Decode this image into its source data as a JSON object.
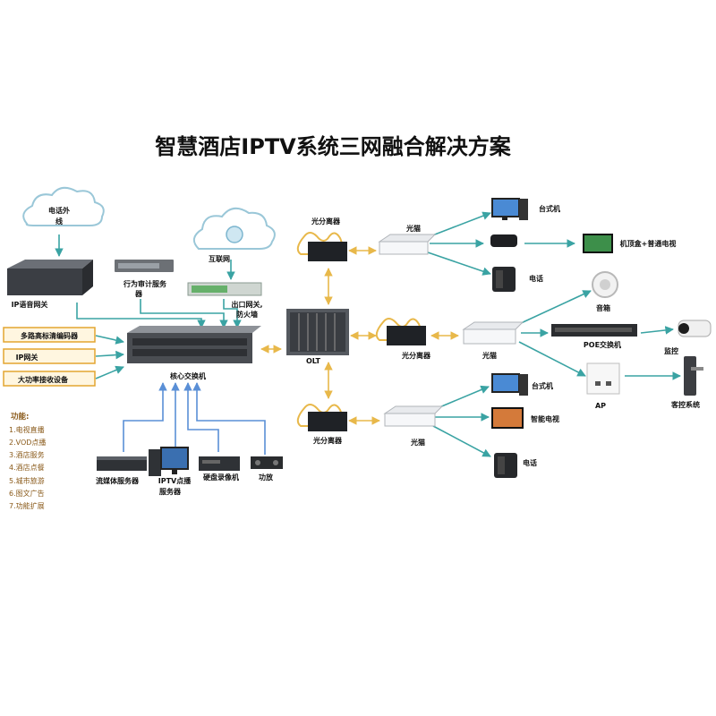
{
  "title": "智慧酒店IPTV系统三网融合解决方案",
  "labels": {
    "phone_line_1": "电话外",
    "phone_line_2": "线",
    "ip_voice_gateway": "IP语音网关",
    "audit_server_1": "行为审计服务",
    "audit_server_2": "器",
    "internet": "互联网",
    "exit_gateway_1": "出口网关,",
    "exit_gateway_2": "防火墙",
    "core_switch": "核心交换机",
    "olt": "OLT",
    "splitter_top": "光分离器",
    "splitter_mid": "光分离器",
    "splitter_bot": "光分离器",
    "onu_top": "光猫",
    "onu_mid": "光猫",
    "onu_bot": "光猫",
    "desktop_top": "台式机",
    "stb_tv": "机顶盒+普通电视",
    "phone_top": "电话",
    "speaker": "音箱",
    "poe_switch": "POE交换机",
    "camera": "监控",
    "ap": "AP",
    "door_control": "客控系统",
    "desktop_bot": "台式机",
    "smart_tv": "智能电视",
    "phone_bot": "电话",
    "streaming_server": "流媒体服务器",
    "iptv_server_1": "IPTV点播",
    "iptv_server_2": "服务器",
    "nvr": "硬盘录像机",
    "amplifier": "功放"
  },
  "left_tags": [
    "多路高标清编码器",
    "IP网关",
    "大功率接收设备"
  ],
  "features": {
    "heading": "功能:",
    "items": [
      "1.电视直播",
      "2.VOD点播",
      "3.酒店服务",
      "4.酒店点餐",
      "5.城市旅游",
      "6.图文广告",
      "7.功能扩展"
    ]
  },
  "colors": {
    "link_teal": "#3aa3a3",
    "link_blue": "#5a8fd6",
    "fiber_yellow": "#e8b84a",
    "tag_border": "#e3a530",
    "tag_fill": "#fff6e0"
  }
}
